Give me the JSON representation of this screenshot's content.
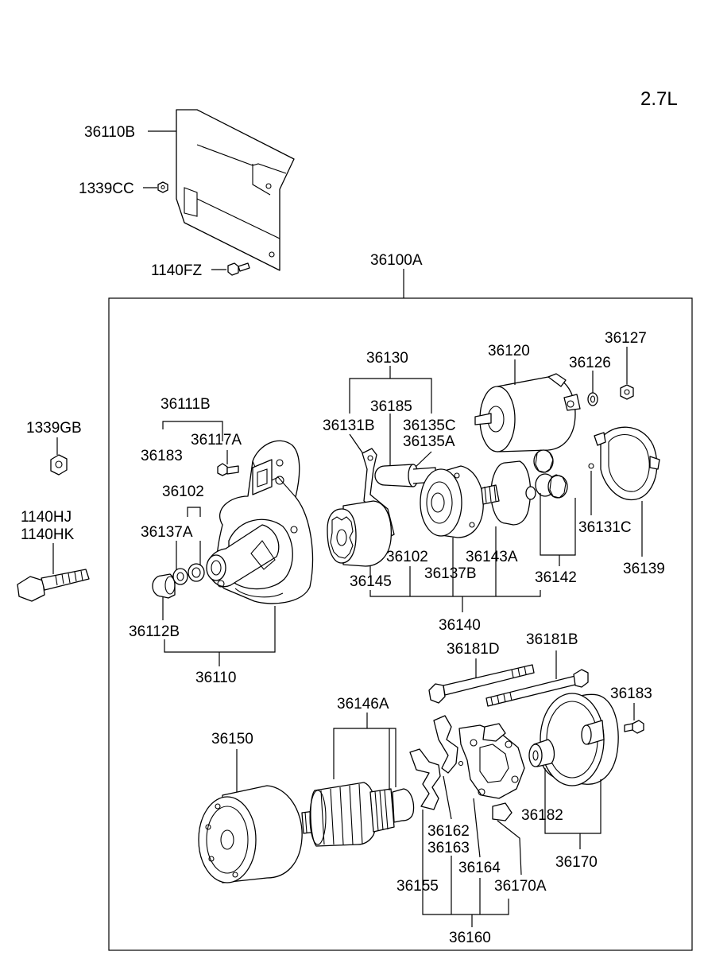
{
  "engine": "2.7L",
  "labels": {
    "l36110B": "36110B",
    "l1339CC": "1339CC",
    "l1140FZ": "1140FZ",
    "l36100A": "36100A",
    "l1339GB": "1339GB",
    "l1140HJ": "1140HJ",
    "l1140HK": "1140HK",
    "l36111B": "36111B",
    "l36183a": "36183",
    "l36117A": "36117A",
    "l36102a": "36102",
    "l36137A": "36137A",
    "l36112B": "36112B",
    "l36110": "36110",
    "l36130": "36130",
    "l36185": "36185",
    "l36131B": "36131B",
    "l36135C": "36135C",
    "l36135A": "36135A",
    "l36120": "36120",
    "l36126": "36126",
    "l36127": "36127",
    "l36131C": "36131C",
    "l36139": "36139",
    "l36145": "36145",
    "l36102b": "36102",
    "l36137B": "36137B",
    "l36143A": "36143A",
    "l36142": "36142",
    "l36140": "36140",
    "l36181D": "36181D",
    "l36181B": "36181B",
    "l36183b": "36183",
    "l36146A": "36146A",
    "l36150": "36150",
    "l36162": "36162",
    "l36163": "36163",
    "l36164": "36164",
    "l36155": "36155",
    "l36170A": "36170A",
    "l36182": "36182",
    "l36170": "36170",
    "l36160": "36160"
  }
}
